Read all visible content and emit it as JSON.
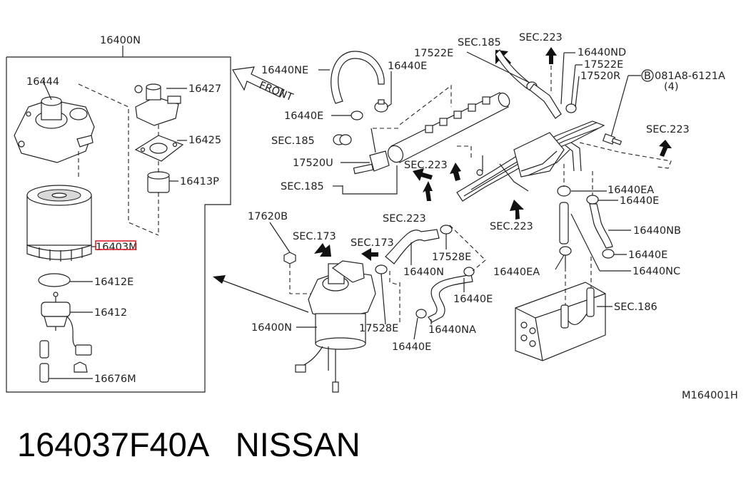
{
  "diagram": {
    "code": "M164001H",
    "front_label": "FRONT",
    "highlight_color": "#e0202a",
    "labels": {
      "p16400N_top": "16400N",
      "p16444": "16444",
      "p16427": "16427",
      "p16425": "16425",
      "p16413P": "16413P",
      "p16403M": "16403M",
      "p16412E": "16412E",
      "p16412": "16412",
      "p16676M": "16676M",
      "p16440NE": "16440NE",
      "p16440E_a": "16440E",
      "p16440E_b": "16440E",
      "p17522E_a": "17522E",
      "sec185_a": "SEC.185",
      "sec223_a": "SEC.223",
      "p16440ND": "16440ND",
      "p17522E_b": "17522E",
      "p17520R": "17520R",
      "bolt": "081A8-6121A",
      "bolt_qty": "(4)",
      "bolt_mark": "B",
      "sec185_b": "SEC.185",
      "p17520U": "17520U",
      "sec185_c": "SEC.185",
      "sec223_b": "SEC.223",
      "sec223_c": "SEC.223",
      "p16440EA_a": "16440EA",
      "p16440E_c": "16440E",
      "sec223_d": "SEC.223",
      "p16440NB": "16440NB",
      "p17620B": "17620B",
      "sec223_e": "SEC.223",
      "sec173_a": "SEC.173",
      "sec173_b": "SEC.173",
      "p17528E_a": "17528E",
      "p16440N": "16440N",
      "p16440EA_b": "16440EA",
      "p16440E_d": "16440E",
      "p16440NC": "16440NC",
      "p16440E_e": "16440E",
      "sec186": "SEC.186",
      "p16400N_b": "16400N",
      "p17528E_b": "17528E",
      "p16440NA": "16440NA",
      "p16440E_f": "16440E"
    }
  },
  "caption": {
    "part_number": "164037F40A",
    "brand": "NISSAN"
  }
}
